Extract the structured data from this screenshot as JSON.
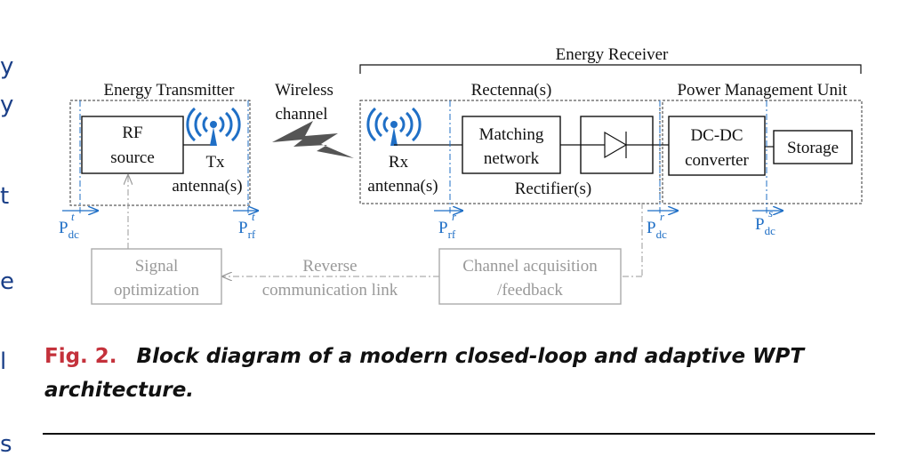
{
  "diagram": {
    "energy_receiver": "Energy Receiver",
    "energy_transmitter": "Energy Transmitter",
    "wireless_channel_line1": "Wireless",
    "wireless_channel_line2": "channel",
    "rectenna": "Rectenna(s)",
    "power_management_unit": "Power Management Unit",
    "rf_source_line1": "RF",
    "rf_source_line2": "source",
    "tx_line1": "Tx",
    "tx_line2": "antenna(s)",
    "rx_line1": "Rx",
    "rx_line2": "antenna(s)",
    "matching_line1": "Matching",
    "matching_line2": "network",
    "rectifier": "Rectifier(s)",
    "dcdc_line1": "DC-DC",
    "dcdc_line2": "converter",
    "storage": "Storage",
    "signal_opt_line1": "Signal",
    "signal_opt_line2": "optimization",
    "reverse_line1": "Reverse",
    "reverse_line2": "communication link",
    "channel_acq_line1": "Channel acquisition",
    "channel_acq_line2": "/feedback",
    "power_labels": [
      {
        "base": "P",
        "sub": "dc",
        "sup": "t"
      },
      {
        "base": "P",
        "sub": "rf",
        "sup": "t"
      },
      {
        "base": "P",
        "sub": "rf",
        "sup": "r"
      },
      {
        "base": "P",
        "sub": "dc",
        "sup": "r"
      },
      {
        "base": "P",
        "sub": "dc",
        "sup": "s"
      }
    ]
  },
  "caption": {
    "label": "Fig. 2.",
    "text": "Block diagram of a modern closed-loop and adaptive WPT architecture."
  },
  "margin_glyphs": [
    "y",
    "y",
    "t",
    "e",
    "l",
    "s"
  ],
  "colors": {
    "accent_blue": "#1f6fc6",
    "grey": "#999999",
    "caption_red": "#c4313b"
  }
}
